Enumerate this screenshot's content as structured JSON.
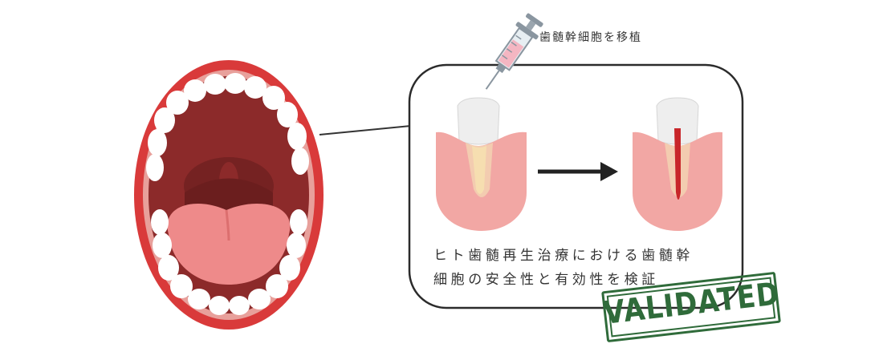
{
  "injection_label": "歯髄幹細胞を移植",
  "caption": {
    "line1": "ヒト歯髄再生治療における歯髄幹",
    "line2": "細胞の安全性と有効性を検証"
  },
  "stamp": "VALIDATED",
  "icons": [
    "open-mouth-icon",
    "syringe-icon",
    "tooth-before-icon",
    "arrow-right-icon",
    "tooth-after-icon"
  ],
  "colors": {
    "lip": "#d93a3a",
    "mouth_interior": "#8c2a2a",
    "tongue": "#ee8a8a",
    "gum": "#f2a7a4",
    "pulp_before": "#f6deb0",
    "pulp_after": "#c8262a",
    "stamp": "#2f6b3a"
  }
}
